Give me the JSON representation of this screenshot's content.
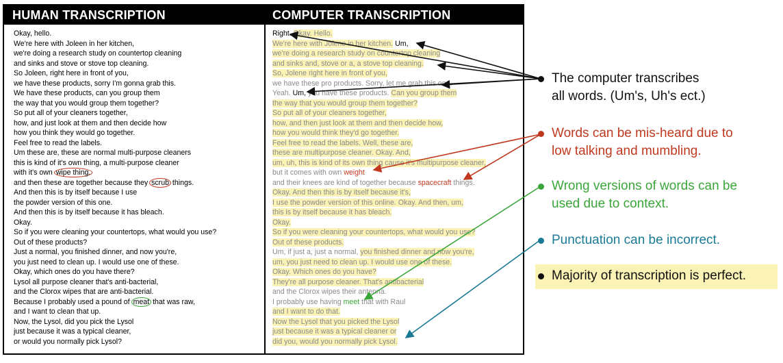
{
  "headers": {
    "human": "HUMAN TRANSCRIPTION",
    "computer": "COMPUTER TRANSCRIPTION"
  },
  "human_lines": [
    "Okay, hello.",
    "We're here with Joleen in her kitchen,",
    "we're doing a research study on countertop cleaning",
    "and sinks and stove or stove top cleaning.",
    "So Joleen, right here in front of you,",
    "we have these products, sorry I'm gonna grab this.",
    "We have these products, can you group them",
    "the way that you would group them together?",
    "So put all of your cleaners together,",
    "how, and just look at them and then decide how",
    "how you think they would go together.",
    "Feel free to read the labels.",
    "Um these are, these are normal multi-purpose cleaners",
    "this is kind of it's own thing, a multi-purpose cleaner",
    [
      "with it's own ",
      "wipe thing.",
      ""
    ],
    [
      "and then these are together because they ",
      "scrub",
      " things."
    ],
    "And then this is by itself because I use",
    "the powder version of this one.",
    "And then this is by itself because it has bleach.",
    "Okay.",
    "So if you were cleaning your countertops, what would you use?",
    "Out of these products?",
    "Just a normal, you finished dinner, and now you're,",
    "you just need to clean up. I would use one of these.",
    "Okay, which ones do you have there?",
    "Lysol all purpose cleaner that's anti-bacterial,",
    "and the Clorox wipes that are anti-bacterial.",
    [
      "Because I probably used a pound of ",
      "meat",
      " that was raw,"
    ],
    "and I want to clean that up.",
    "Now, the Lysol, did you pick the Lysol",
    "just because it was a typical cleaner,",
    "or would you normally pick Lysol?"
  ],
  "computer_lines": [
    [
      [
        "Right.",
        "blk"
      ],
      [
        " ",
        ""
      ],
      [
        "Okay. Hello.",
        "hl"
      ]
    ],
    [
      [
        "We're here with Jolene in her kitchen.",
        "hl"
      ],
      [
        " ",
        ""
      ],
      [
        "Um,",
        "blk"
      ]
    ],
    [
      [
        "we're doing a research study on countertop cleaning",
        "hl"
      ]
    ],
    [
      [
        "and sinks and, stove or a, a stove top cleaning.",
        "hl"
      ]
    ],
    [
      [
        "So, Jolene right here in front of you,",
        "hl"
      ]
    ],
    [
      [
        "we have these pro products. Sorry, let me grab this one.",
        ""
      ]
    ],
    [
      [
        "Yeah. ",
        ""
      ],
      [
        "Um,",
        "blk"
      ],
      [
        " you have these products. ",
        ""
      ],
      [
        "Can you group them",
        "hl"
      ]
    ],
    [
      [
        "the way that you would group them together?",
        "hl"
      ]
    ],
    [
      [
        "So put all of your cleaners together,",
        "hl"
      ]
    ],
    [
      [
        "how, and then just look at them and then decide how,",
        "hl"
      ]
    ],
    [
      [
        "how you would think they'd go together.",
        "hl"
      ]
    ],
    [
      [
        "Feel free to read the labels. Well, these are,",
        "hl"
      ]
    ],
    [
      [
        "these are multipurpose cleaner. Okay. And,",
        "hl"
      ]
    ],
    [
      [
        "um, uh, this is kind of its own thing cause it's multipurpose cleaner,",
        "hl"
      ]
    ],
    [
      [
        "but it comes with own ",
        ""
      ],
      [
        "weight",
        "red"
      ]
    ],
    [
      [
        "and their knees are kind of together because ",
        ""
      ],
      [
        "spacecraft",
        "red"
      ],
      [
        " things.",
        ""
      ]
    ],
    [
      [
        "Okay. And then this is by itself because it's,",
        "hl"
      ]
    ],
    [
      [
        "I use the powder version of this online. Okay. And then, um,",
        "hl"
      ]
    ],
    [
      [
        "this is by itself because it has bleach.",
        "hl"
      ]
    ],
    [
      [
        "Okay.",
        "hl"
      ]
    ],
    [
      [
        "So if you were cleaning your countertops, what would you use?",
        "hl"
      ]
    ],
    [
      [
        "Out of these products.",
        "hl"
      ]
    ],
    [
      [
        "Um, if just a, just a normal, ",
        ""
      ],
      [
        "you finished dinner and now you're,",
        "hl"
      ]
    ],
    [
      [
        "um, you just need to clean up. I would use one of these.",
        "hl"
      ]
    ],
    [
      [
        "Okay. Which ones do you have?",
        "hl"
      ]
    ],
    [
      [
        "They're all purpose cleaner. That's antibacterial",
        "hl"
      ]
    ],
    [
      [
        "and the Clorox wipes their antenna.",
        ""
      ]
    ],
    [
      [
        "I probably use having ",
        ""
      ],
      [
        "meet",
        "grn"
      ],
      [
        " that with Raul",
        ""
      ]
    ],
    [
      [
        "and I want to do that.",
        "hl"
      ]
    ],
    [
      [
        "Now the Lysol that you picked the Lysol",
        "hl"
      ]
    ],
    [
      [
        "just because it was a typical cleaner or",
        "hl"
      ]
    ],
    [
      [
        "did you, would you normally pick Lysol.",
        "hl"
      ]
    ]
  ],
  "legend": [
    {
      "lines": [
        "The computer transcribes",
        "all words. (Um's, Uh's ect.)"
      ],
      "color": "#111111"
    },
    {
      "lines": [
        "Words can be mis-heard due to",
        "low talking and mumbling."
      ],
      "color": "#c0391f"
    },
    {
      "lines": [
        "Wrong versions of words can be",
        "used due to context."
      ],
      "color": "#3aa63a"
    },
    {
      "lines": [
        "Punctuation can be incorrect."
      ],
      "color": "#1b7a96"
    },
    {
      "lines": [
        "Majority of transcription is perfect."
      ],
      "color": "#111111"
    }
  ]
}
